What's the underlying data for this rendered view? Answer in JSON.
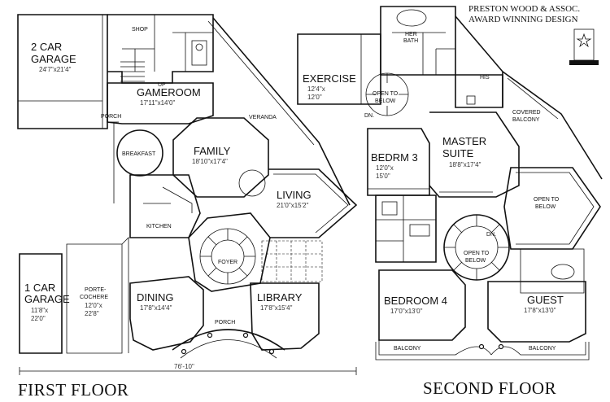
{
  "branding": {
    "line1": "PRESTON WOOD & ASSOC.",
    "line2": "AWARD WINNING DESIGN",
    "logo_icon": "award-trophy-icon"
  },
  "first_floor": {
    "title": "FIRST FLOOR",
    "overall_width": "76'-10\"",
    "rooms": {
      "garage2": {
        "name_1": "2 CAR",
        "name_2": "GARAGE",
        "dims": "24'7\"x21'4\""
      },
      "shop": {
        "name": "SHOP"
      },
      "gameroom": {
        "name": "GAMEROOM",
        "dims": "17'11\"x14'0\""
      },
      "porch_side": {
        "name": "PORCH"
      },
      "breakfast": {
        "name": "BREAKFAST"
      },
      "veranda": {
        "name": "VERANDA"
      },
      "family": {
        "name": "FAMILY",
        "dims": "18'10\"x17'4\""
      },
      "living": {
        "name": "LIVING",
        "dims": "21'0\"x15'2\""
      },
      "kitchen": {
        "name": "KITCHEN"
      },
      "foyer": {
        "name": "FOYER"
      },
      "garage1": {
        "name_1": "1 CAR",
        "name_2": "GARAGE",
        "dims_1": "11'8\"x",
        "dims_2": "22'0\""
      },
      "porte_cochere": {
        "name_1": "PORTE-",
        "name_2": "COCHERE",
        "dims_1": "12'0\"x",
        "dims_2": "22'8\""
      },
      "dining": {
        "name": "DINING",
        "dims": "17'8\"x14'4\""
      },
      "library": {
        "name": "LIBRARY",
        "dims": "17'8\"x15'4\""
      },
      "porch_front": {
        "name": "PORCH"
      },
      "up_mark": {
        "name": "UP"
      }
    }
  },
  "second_floor": {
    "title": "SECOND FLOOR",
    "rooms": {
      "her_bath": {
        "name_1": "HER",
        "name_2": "BATH"
      },
      "his": {
        "name": "HIS"
      },
      "exercise": {
        "name": "EXERCISE",
        "dims_1": "12'4\"x",
        "dims_2": "12'0\""
      },
      "open_below_1": {
        "name_1": "OPEN TO",
        "name_2": "BELOW"
      },
      "dn_1": {
        "name": "DN."
      },
      "covered_balcony": {
        "name_1": "COVERED",
        "name_2": "BALCONY"
      },
      "bedrm3": {
        "name": "BEDRM 3",
        "dims_1": "12'0\"x",
        "dims_2": "15'0\""
      },
      "master_suite": {
        "name_1": "MASTER",
        "name_2": "SUITE",
        "dims": "18'8\"x17'4\""
      },
      "open_below_2": {
        "name_1": "OPEN TO",
        "name_2": "BELOW"
      },
      "dn_2": {
        "name": "DN."
      },
      "open_below_3": {
        "name_1": "OPEN TO",
        "name_2": "BELOW"
      },
      "bedroom4": {
        "name": "BEDROOM 4",
        "dims": "17'0\"x13'0\""
      },
      "guest": {
        "name": "GUEST",
        "dims": "17'8\"x13'0\""
      },
      "balcony_left": {
        "name": "BALCONY"
      },
      "balcony_right": {
        "name": "BALCONY"
      }
    }
  }
}
